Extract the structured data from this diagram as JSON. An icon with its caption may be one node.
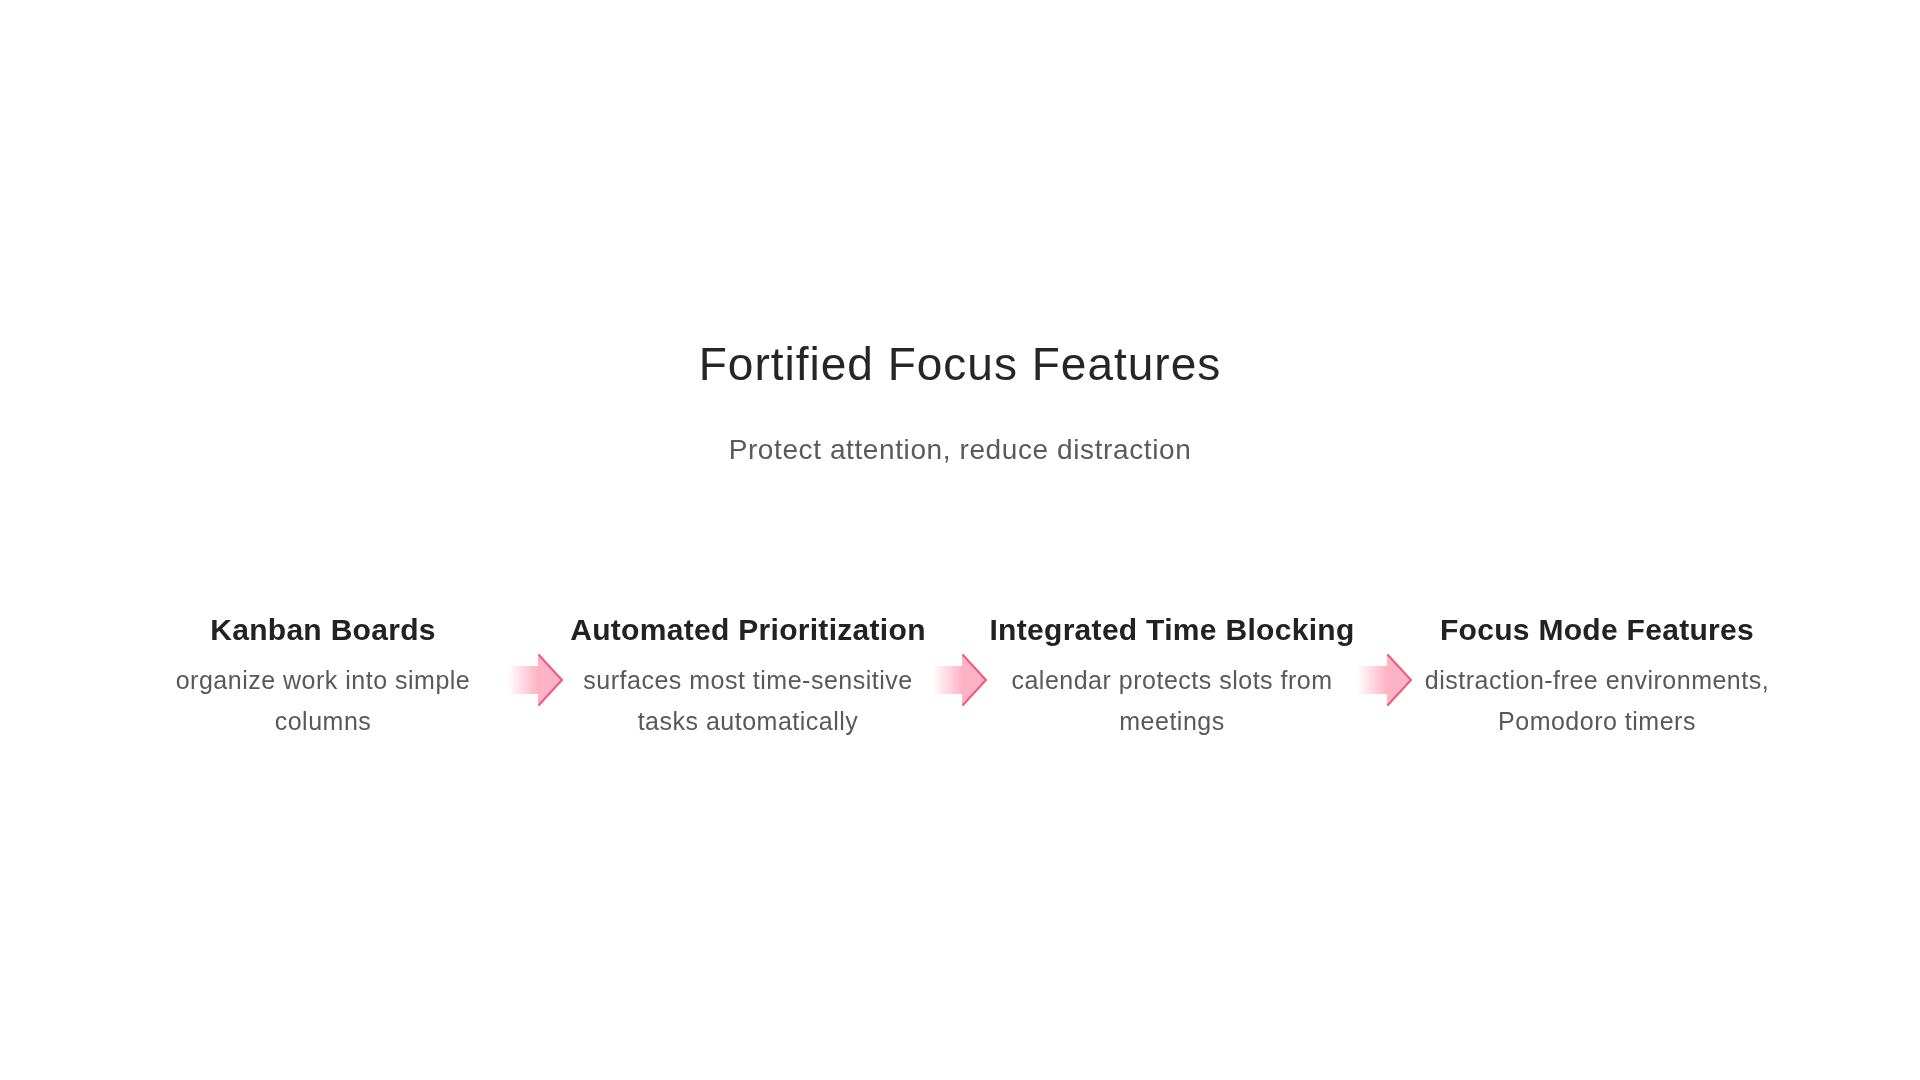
{
  "diagram": {
    "title": "Fortified Focus Features",
    "nodes": [
      {
        "text": [
          "Kanban Boards",
          "organize work into simple columns"
        ]
      },
      {
        "text": [
          "Automated Prioritization",
          "surfaces most time-sensitive tasks automatically"
        ]
      },
      {
        "text": [
          "Integrated Time Blocking",
          "calendar protects slots from meetings"
        ]
      },
      {
        "text": [
          "Focus Mode Features",
          "distraction-free environments, Pomodoro timers"
        ]
      }
    ],
    "edges": [
      {
        "from": 0,
        "to": 1,
        "arrow": "to"
      },
      {
        "from": 1,
        "to": 2,
        "arrow": "to"
      },
      {
        "from": 2,
        "to": 3,
        "arrow": "to"
      }
    ],
    "labels": [
      "Protect attention, reduce distraction"
    ]
  }
}
